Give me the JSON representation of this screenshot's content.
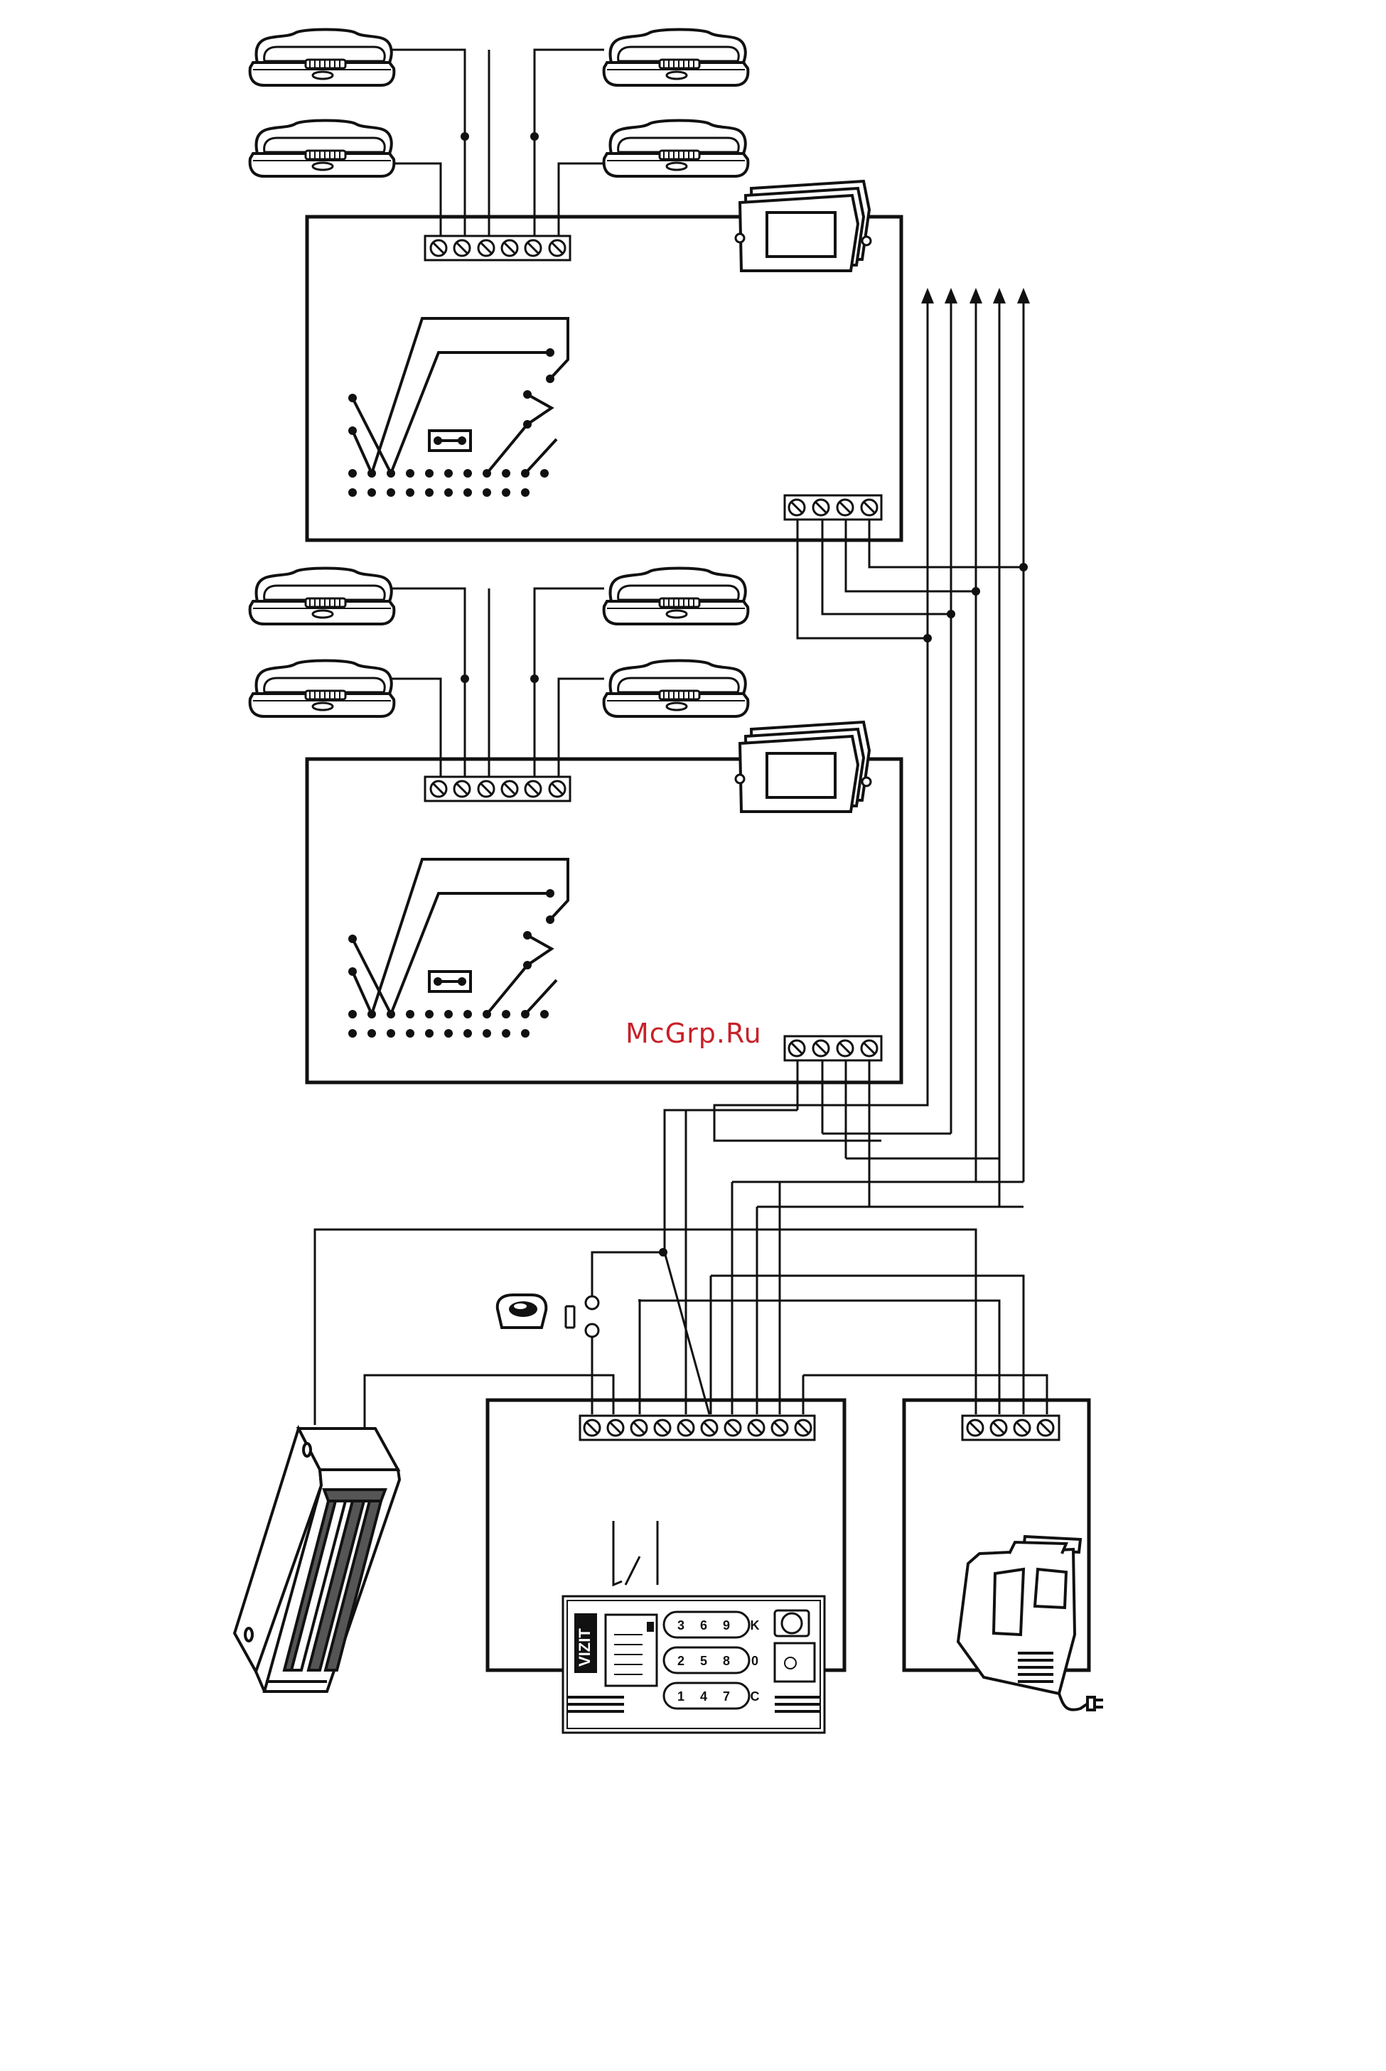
{
  "watermark": "McGrp.Ru",
  "panel": {
    "brand": "VIZIT",
    "keys": [
      "3",
      "6",
      "9",
      "K",
      "2",
      "5",
      "8",
      "0",
      "1",
      "4",
      "7",
      "C"
    ]
  },
  "colors": {
    "line": "#1a1a1a",
    "watermark": "#c8212a",
    "background": "#ffffff"
  },
  "icons": [
    "handset-icon",
    "power-supply-icon",
    "exit-button-icon",
    "magnetic-lock-icon",
    "call-panel-icon",
    "plug-icon",
    "arrow-up-icon"
  ]
}
